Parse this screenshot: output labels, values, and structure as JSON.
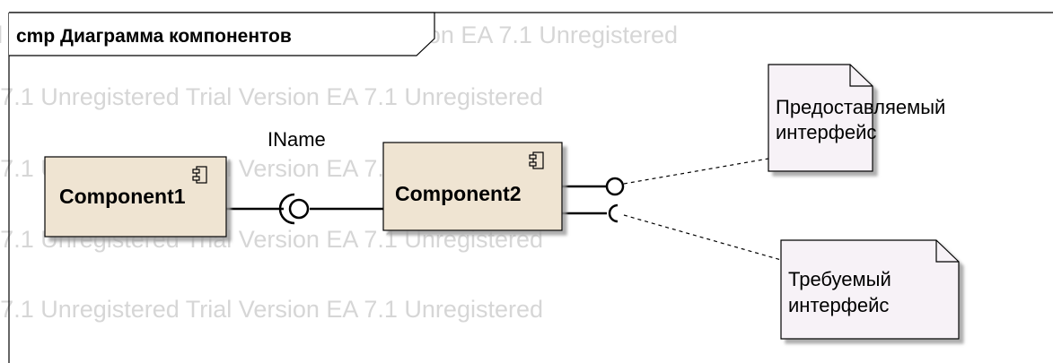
{
  "diagram": {
    "frame_title": "cmp Диаграмма компонентов",
    "watermark": "Unregistered Trial Version EA 7.1 Unregistered Trial Version EA 7.1 Unregistered",
    "components": [
      {
        "name": "Component1"
      },
      {
        "name": "Component2"
      }
    ],
    "interface_name": "IName",
    "notes": [
      {
        "lines": [
          "Предоставляемый",
          "интерфейс"
        ]
      },
      {
        "lines": [
          "Требуемый",
          "интерфейс"
        ]
      }
    ],
    "colors": {
      "component_fill": "#efe4d2",
      "note_fill": "#f7f2f7",
      "watermark": "#d6d6d6",
      "line": "#000000"
    }
  }
}
